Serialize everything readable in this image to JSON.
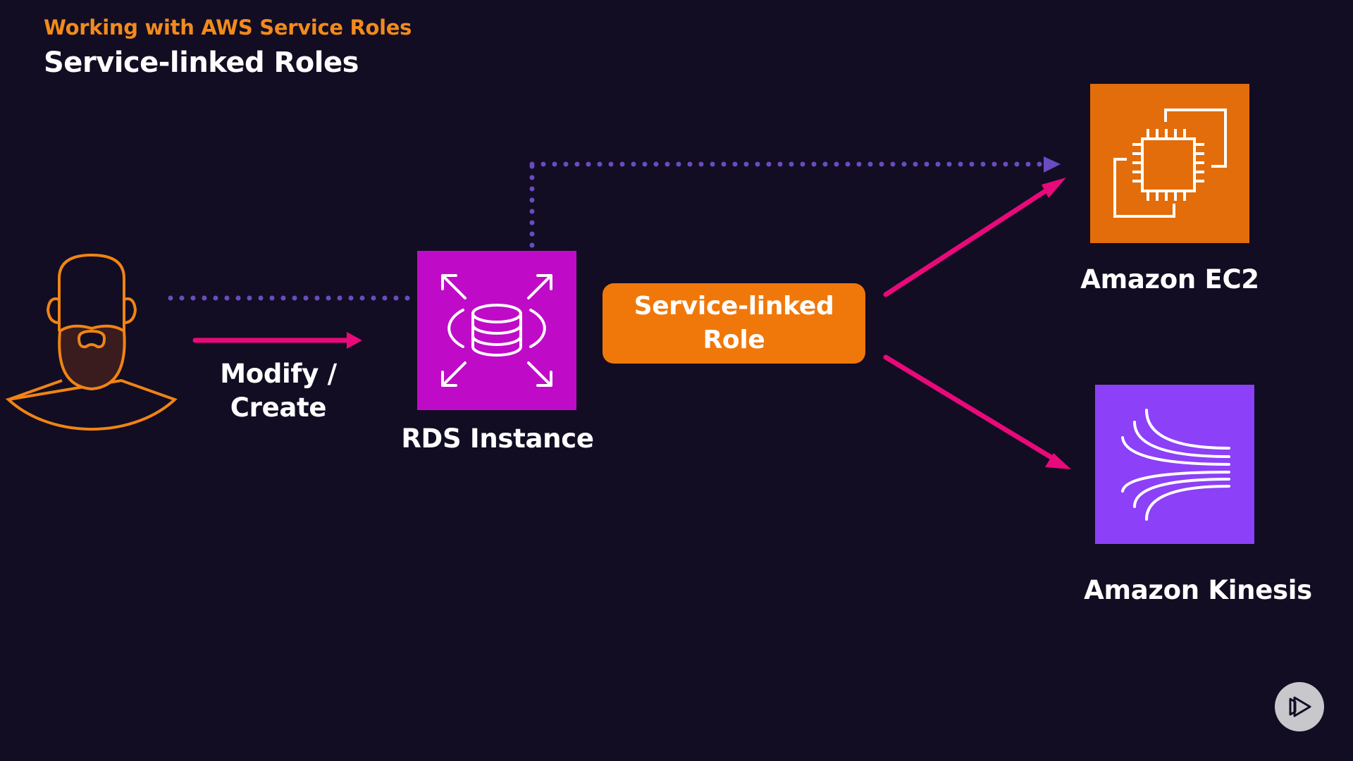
{
  "header": {
    "kicker": "Working with AWS Service Roles",
    "title": "Service-linked Roles"
  },
  "nodes": {
    "user": {
      "icon": "bearded-user-icon"
    },
    "action": {
      "line1": "Modify /",
      "line2": "Create"
    },
    "rds": {
      "label": "RDS Instance",
      "icon": "rds-database-icon",
      "color": "#bf0bc8"
    },
    "role": {
      "line1": "Service-linked",
      "line2": "Role",
      "color": "#f0780a"
    },
    "ec2": {
      "label": "Amazon EC2",
      "icon": "ec2-chip-icon",
      "color": "#e26d0a"
    },
    "kinesis": {
      "label": "Amazon Kinesis",
      "icon": "kinesis-streams-icon",
      "color": "#8c40f8"
    }
  },
  "colors": {
    "background": "#120d22",
    "accent_orange": "#f28a1d",
    "arrow_pink": "#e8097a",
    "dotted_purple": "#6a4bc0"
  },
  "player": {
    "icon": "pluralsight-play-icon"
  }
}
